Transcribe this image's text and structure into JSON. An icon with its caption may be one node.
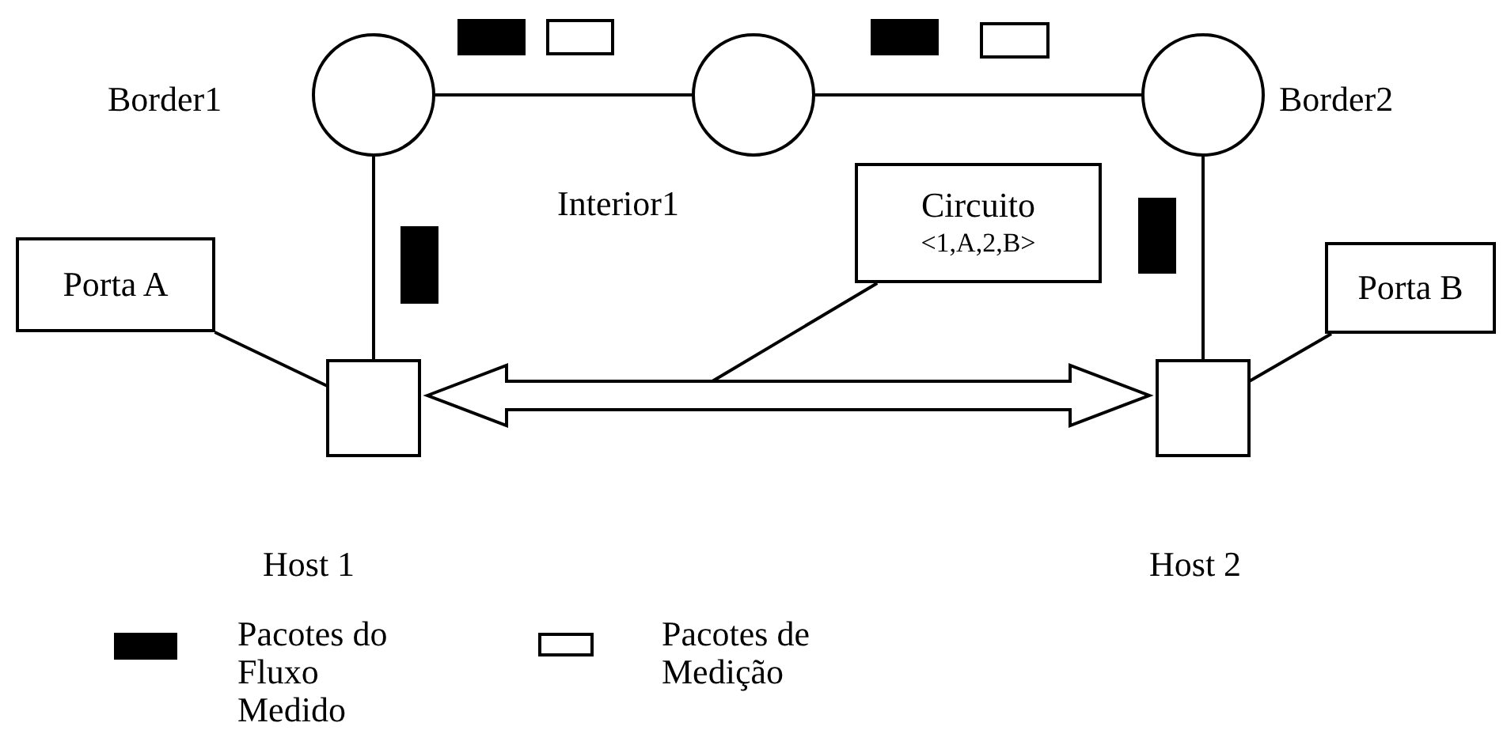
{
  "diagram": {
    "nodes": [
      {
        "text": [
          "Border1"
        ]
      },
      {
        "text": [
          "Interior1"
        ]
      },
      {
        "text": [
          "Border2"
        ]
      },
      {
        "text": [
          "Porta A"
        ]
      },
      {
        "text": [
          "Host 1"
        ]
      },
      {
        "text": [
          "Circuito",
          "<1,A,2,B>"
        ]
      },
      {
        "text": [
          "Porta B"
        ]
      },
      {
        "text": [
          "Host 2"
        ]
      }
    ],
    "edges": [
      {
        "from": 0,
        "to": 1,
        "arrow": "none"
      },
      {
        "from": 1,
        "to": 2,
        "arrow": "none"
      },
      {
        "from": 0,
        "to": 4,
        "arrow": "none"
      },
      {
        "from": 2,
        "to": 7,
        "arrow": "none"
      },
      {
        "from": 3,
        "to": 4,
        "arrow": "none"
      },
      {
        "from": 6,
        "to": 7,
        "arrow": "none"
      },
      {
        "from": 4,
        "to": 7,
        "arrow": "both",
        "style": "thick"
      },
      {
        "from": 5,
        "to": null,
        "arrow": "none"
      }
    ],
    "legend": [
      {
        "text": "Pacotes do Fluxo Medido",
        "color": "#000000"
      },
      {
        "text": "Pacotes de Medição",
        "color": "#ffffff"
      }
    ]
  }
}
